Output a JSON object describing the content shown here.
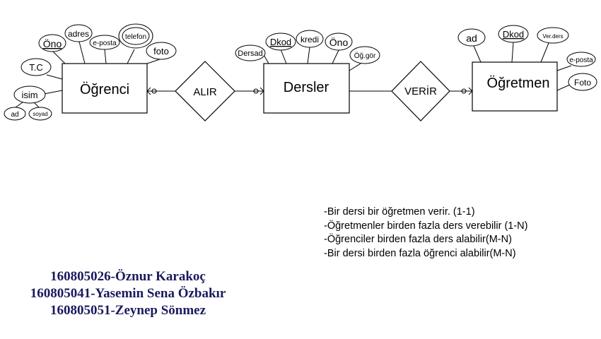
{
  "diagram": {
    "entities": {
      "ogrenci": "Öğrenci",
      "dersler": "Dersler",
      "ogretmen": "Öğretmen"
    },
    "relationships": {
      "alir": "ALIR",
      "verir": "VERİR"
    },
    "attributes": {
      "ogrenci": {
        "ono": "Öno",
        "adres": "adres",
        "eposta": "e-posta",
        "telefon": "telefon",
        "foto": "foto",
        "tc": "T.C",
        "isim": "isim",
        "ad": "ad",
        "soyad": "soyad"
      },
      "dersler": {
        "dersad": "Dersad",
        "dkod": "Dkod",
        "kredi": "kredi",
        "ono": "Öno",
        "oggor": "Öğ.gör"
      },
      "ogretmen": {
        "ad": "ad",
        "dkod": "Dkod",
        "verders": "Ver.ders",
        "eposta": "e-posta",
        "foto": "Foto"
      }
    }
  },
  "notes": [
    "-Bir dersi bir öğretmen verir. (1-1)",
    "-Öğretmenler birden fazla ders verebilir (1-N)",
    "-Öğrenciler birden fazla ders alabilir(M-N)",
    "-Bir dersi birden fazla öğrenci alabilir(M-N)"
  ],
  "authors": [
    "160805026-Öznur Karakoç",
    "160805041-Yasemin Sena Özbakır",
    "160805051-Zeynep Sönmez"
  ]
}
